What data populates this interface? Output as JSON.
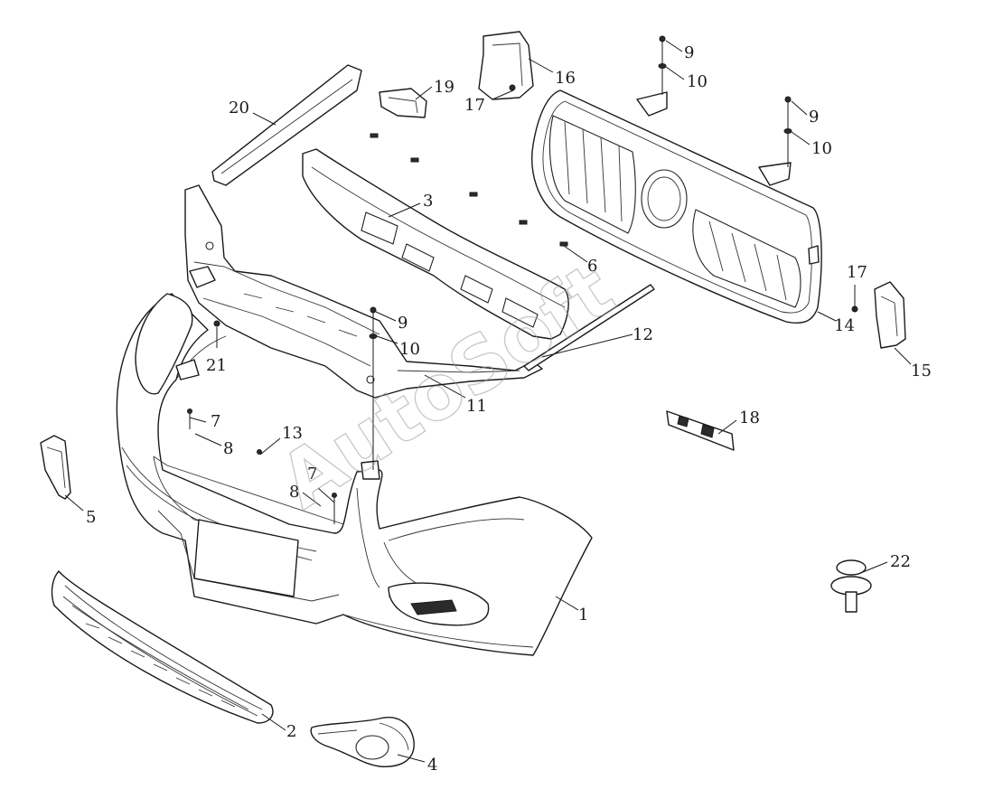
{
  "watermark": "AutoSoft",
  "callouts": {
    "c1": "1",
    "c2": "2",
    "c3": "3",
    "c4": "4",
    "c5": "5",
    "c6": "6",
    "c7a": "7",
    "c7b": "7",
    "c8a": "8",
    "c8b": "8",
    "c9a": "9",
    "c9b": "9",
    "c9c": "9",
    "c10a": "10",
    "c10b": "10",
    "c10c": "10",
    "c11": "11",
    "c12": "12",
    "c13": "13",
    "c14": "14",
    "c15": "15",
    "c16": "16",
    "c17a": "17",
    "c17b": "17",
    "c18": "18",
    "c19": "19",
    "c20": "20",
    "c21": "21",
    "c22": "22"
  },
  "colors": {
    "line": "#1a1a1a",
    "background": "#ffffff",
    "watermark": "#9a9a9a"
  }
}
